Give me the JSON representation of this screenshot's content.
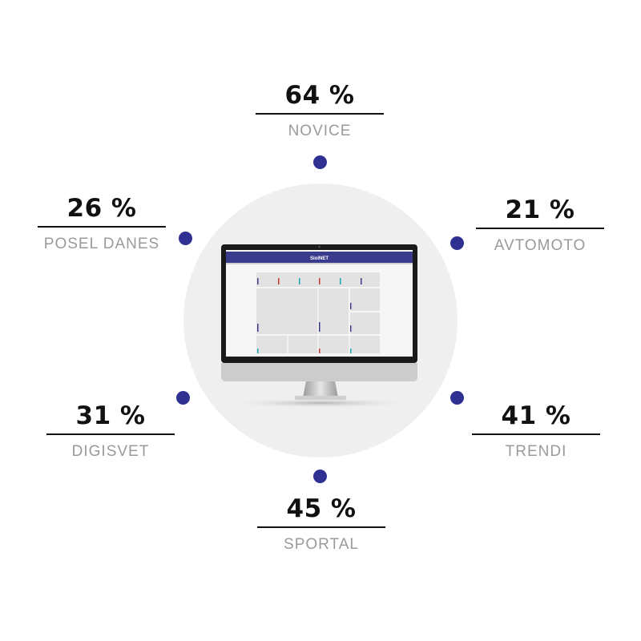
{
  "colors": {
    "accent": "#2e3192",
    "value_text": "#111111",
    "label_text": "#9a9a9a",
    "circle_bg": "#efefef"
  },
  "stats": {
    "novice": {
      "value": "64 %",
      "label": "NOVICE",
      "percent": 64
    },
    "posel_danes": {
      "value": "26 %",
      "label": "POSEL DANES",
      "percent": 26
    },
    "avtomoto": {
      "value": "21 %",
      "label": "AVTOMOTO",
      "percent": 21
    },
    "digisvet": {
      "value": "31 %",
      "label": "DIGISVET",
      "percent": 31
    },
    "trendi": {
      "value": "41 %",
      "label": "TRENDI",
      "percent": 41
    },
    "sportal": {
      "value": "45 %",
      "label": "SPORTAL",
      "percent": 45
    }
  },
  "monitor": {
    "screen_logo": "SiolNET",
    "icon": "desktop-monitor-icon"
  }
}
